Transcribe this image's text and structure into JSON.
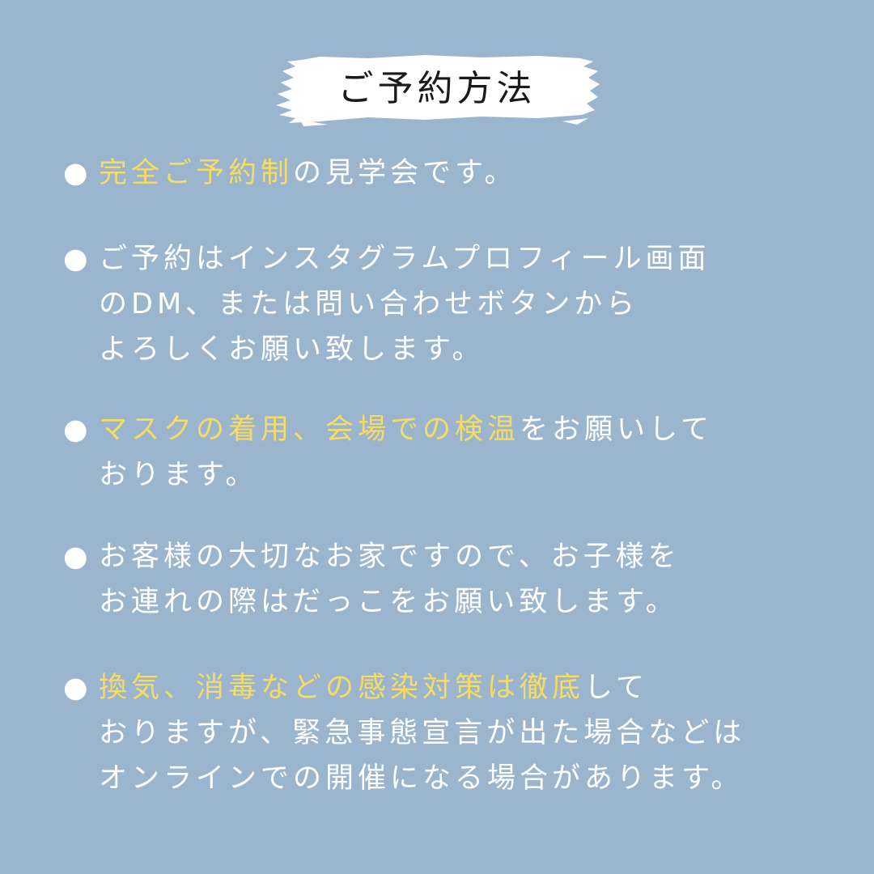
{
  "title": "ご予約方法",
  "bullet_glyph": "●",
  "colors": {
    "background": "#9cb5ce",
    "text": "#ffffff",
    "highlight": "#f6dc62",
    "title_brush": "#ffffff",
    "title_text": "#1a1a1a"
  },
  "notices": [
    {
      "lines": [
        [
          {
            "text": "完全ご予約制",
            "highlight": true
          },
          {
            "text": "の見学会です。",
            "highlight": false
          }
        ]
      ]
    },
    {
      "lines": [
        [
          {
            "text": "ご予約はインスタグラムプロフィール画面",
            "highlight": false
          }
        ],
        [
          {
            "text": "のDM、または問い合わせボタンから",
            "highlight": false
          }
        ],
        [
          {
            "text": "よろしくお願い致します。",
            "highlight": false
          }
        ]
      ]
    },
    {
      "lines": [
        [
          {
            "text": "マスクの着用、会場での検温",
            "highlight": true
          },
          {
            "text": "をお願いして",
            "highlight": false
          }
        ],
        [
          {
            "text": "おります。",
            "highlight": false
          }
        ]
      ]
    },
    {
      "lines": [
        [
          {
            "text": "お客様の大切なお家ですので、お子様を",
            "highlight": false
          }
        ],
        [
          {
            "text": "お連れの際はだっこをお願い致します。",
            "highlight": false
          }
        ]
      ]
    },
    {
      "lines": [
        [
          {
            "text": "換気、消毒などの感染対策は徹底",
            "highlight": true
          },
          {
            "text": "して",
            "highlight": false
          }
        ],
        [
          {
            "text": "おりますが、緊急事態宣言が出た場合などは",
            "highlight": false
          }
        ],
        [
          {
            "text": "オンラインでの開催になる場合があります。",
            "highlight": false
          }
        ]
      ]
    }
  ]
}
